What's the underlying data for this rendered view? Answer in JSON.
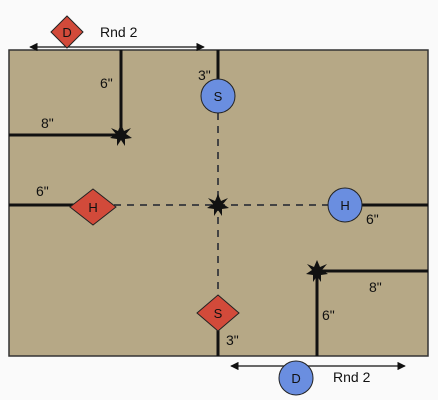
{
  "colors": {
    "page_background": "#fafafa",
    "board_fill": "#b6a886",
    "board_border": "#333333",
    "wall": "#111111",
    "center_line": "#444444",
    "red_token": "#d24a3a",
    "blue_token": "#6a8ee0",
    "token_outline": "#222222",
    "arrow": "#111111"
  },
  "labels": {
    "rnd_top": "Rnd 2",
    "rnd_bottom": "Rnd 2",
    "top_wall_len": "6\"",
    "top_left_wall_len": "8\"",
    "left_mid_wall_len": "6\"",
    "right_mid_wall_len": "6\"",
    "bottom_right_wall_len": "8\"",
    "bottom_wall_len": "6\"",
    "s_top_offset": "3\"",
    "s_bottom_offset": "3\""
  },
  "tokens": {
    "d_top": {
      "letter": "D",
      "shape": "diamond",
      "color": "red"
    },
    "s_top": {
      "letter": "S",
      "shape": "circle",
      "color": "blue"
    },
    "h_left": {
      "letter": "H",
      "shape": "diamond",
      "color": "red"
    },
    "h_right": {
      "letter": "H",
      "shape": "circle",
      "color": "blue"
    },
    "s_bottom": {
      "letter": "S",
      "shape": "diamond",
      "color": "red"
    },
    "d_bottom": {
      "letter": "D",
      "shape": "circle",
      "color": "blue"
    }
  },
  "markers": [
    "starburst-icon",
    "starburst-icon",
    "starburst-icon"
  ]
}
